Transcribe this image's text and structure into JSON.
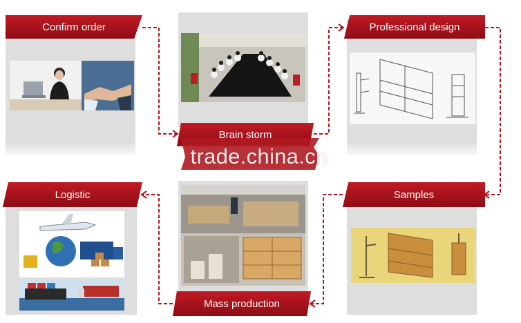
{
  "steps": {
    "confirm_order": "Confirm order",
    "brain_storm": "Brain storm",
    "professional_design": "Professional design",
    "samples": "Samples",
    "mass_production": "Mass production",
    "logistic": "Logistic"
  },
  "watermark": "trade.china.cn",
  "colors": {
    "banner": "#a8121b",
    "panel": "#dedede",
    "connector": "#b4121c"
  }
}
